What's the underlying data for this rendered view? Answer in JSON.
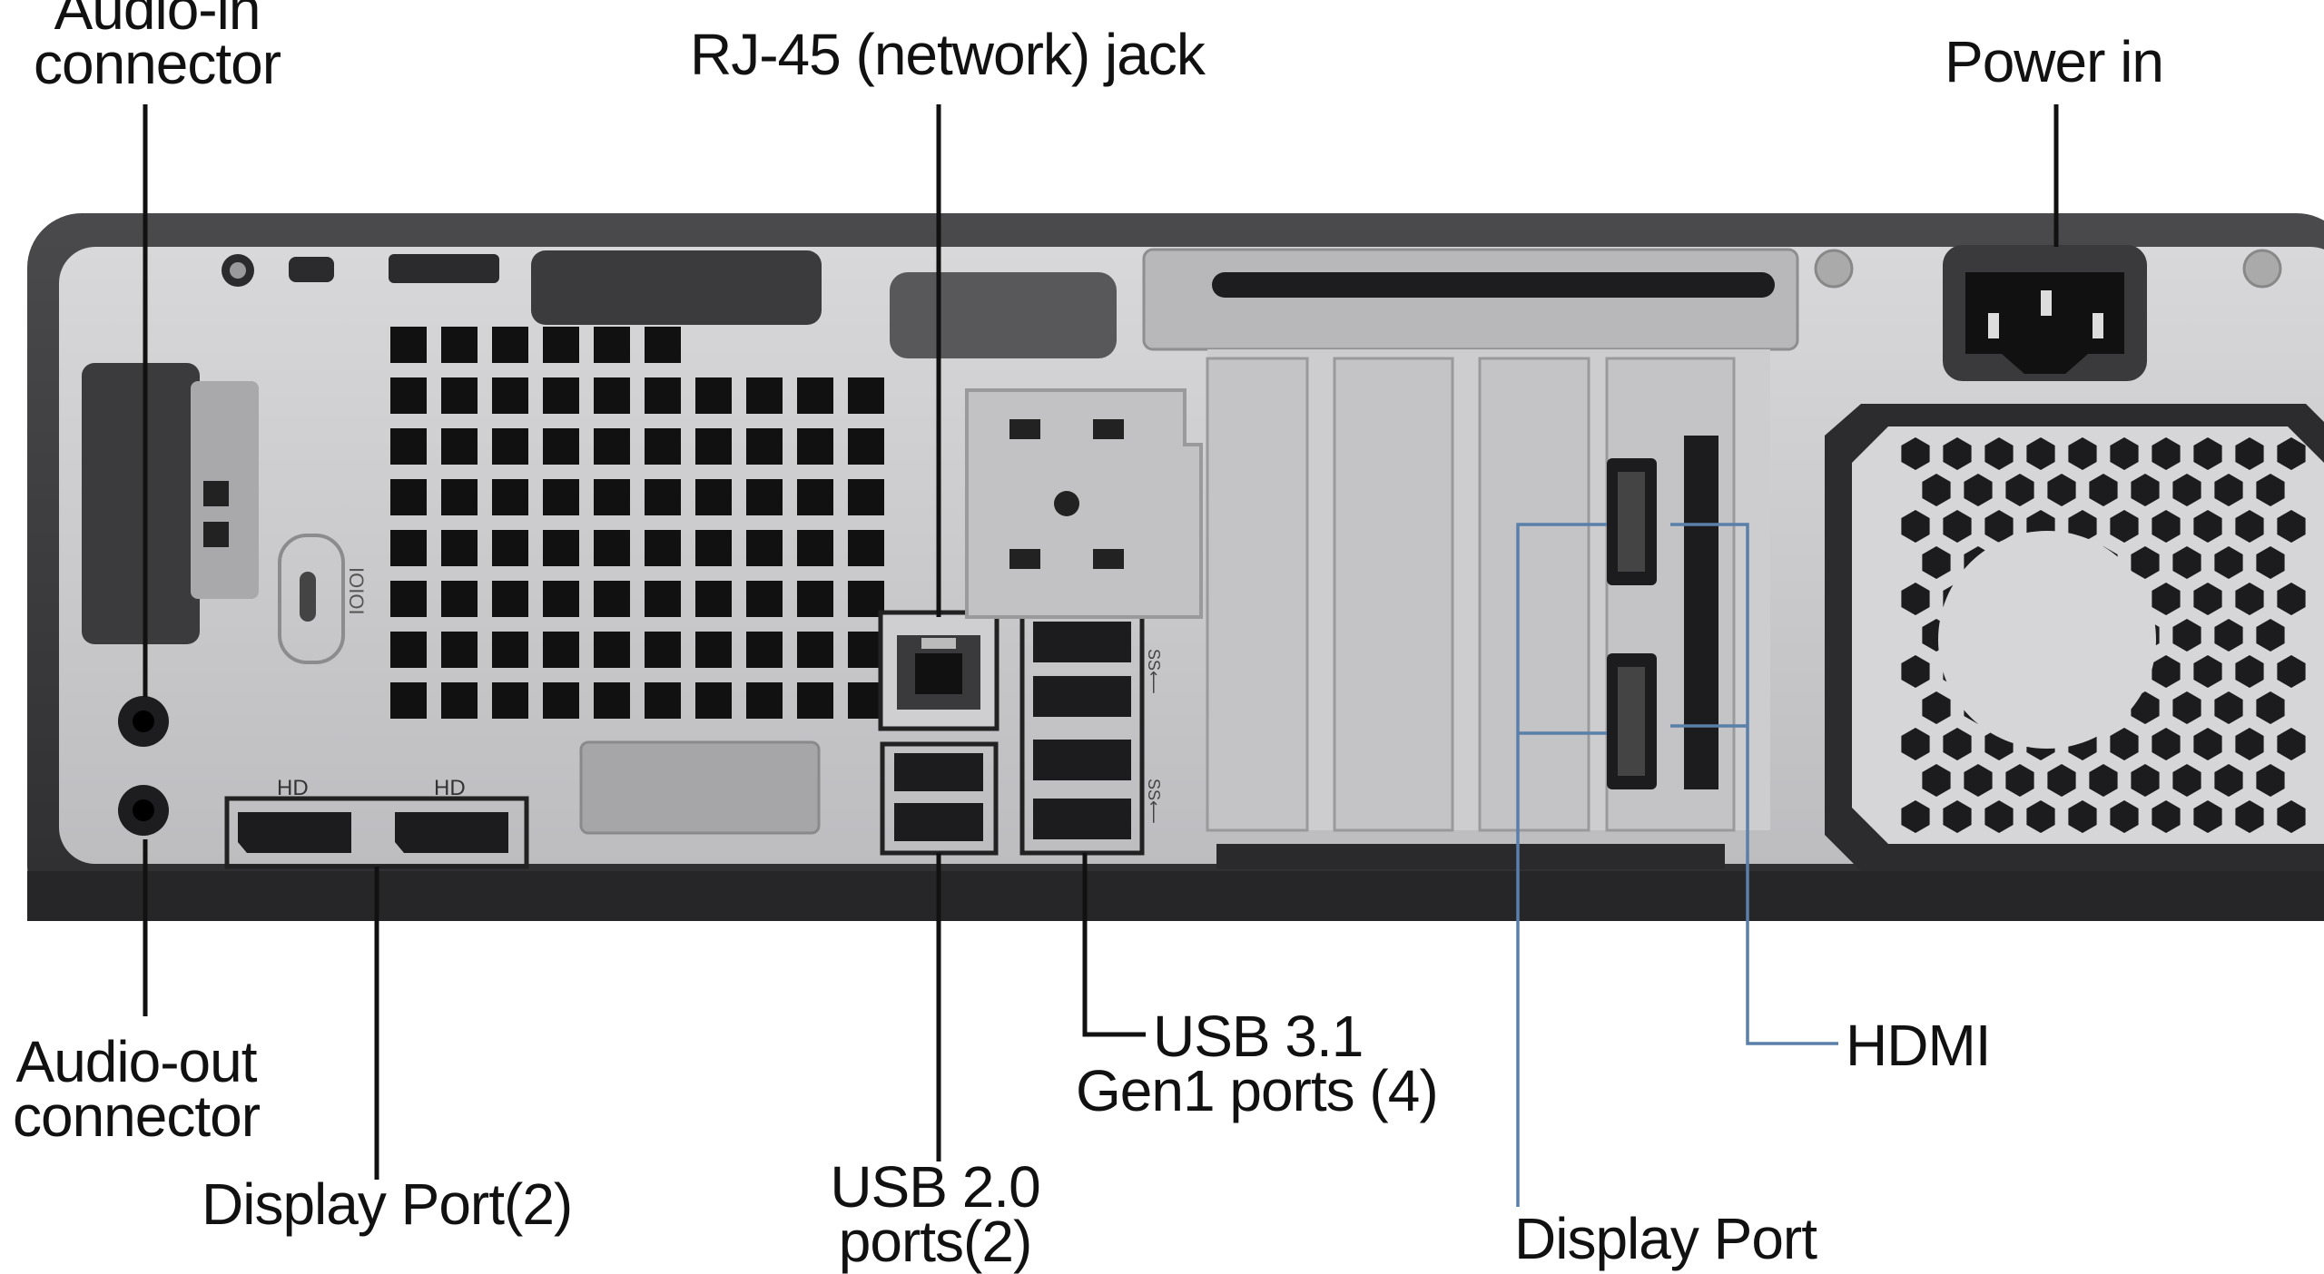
{
  "labels": {
    "audio_in": [
      "Audio-in",
      "connector"
    ],
    "rj45": "RJ-45 (network) jack",
    "power_in": "Power in",
    "audio_out": [
      "Audio-out",
      "connector"
    ],
    "display_port_2": "Display Port(2)",
    "usb20": [
      "USB 2.0",
      "ports(2)"
    ],
    "usb31": [
      "USB 3.1",
      "Gen1 ports (4)"
    ],
    "hdmi": "HDMI",
    "display_port": "Display Port"
  },
  "panel_markings": {
    "hd_left": "HD",
    "hd_right": "HD",
    "ssrc_top": "SS⟵",
    "ssrc_bottom": "SS⟵",
    "ioioi": "IOIOI"
  },
  "colors": {
    "case_dark": "#3a3a3c",
    "panel_metal": "#c9c9cb",
    "vent_hole": "#111111",
    "leader_black": "#111111",
    "leader_blue": "#5a7fa8"
  }
}
